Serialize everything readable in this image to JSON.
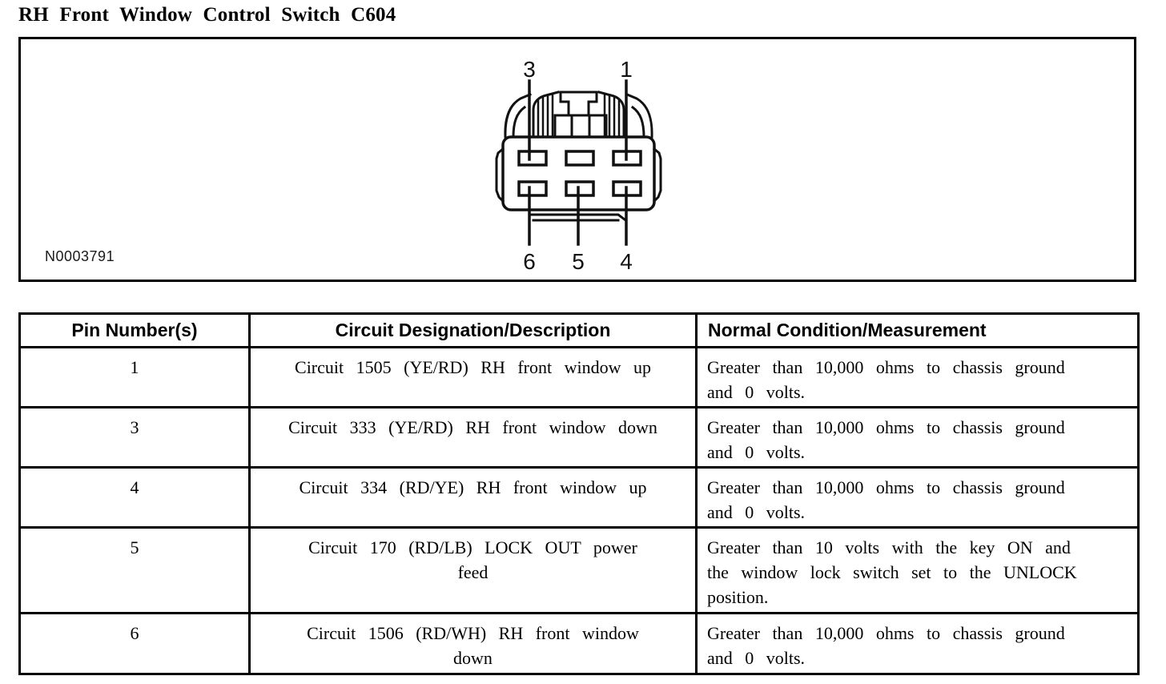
{
  "page": {
    "title": "RH Front Window Control Switch C604"
  },
  "figure": {
    "code": "N0003791",
    "description": "6-cavity connector face view",
    "pin_labels": {
      "top_left": "3",
      "top_right": "1",
      "bottom_left": "6",
      "bottom_center": "5",
      "bottom_right": "4"
    }
  },
  "table": {
    "headers": {
      "pin": "Pin Number(s)",
      "circuit": "Circuit Designation/Description",
      "condition": "Normal Condition/Measurement"
    },
    "rows": [
      {
        "pin": "1",
        "circuit": [
          "Circuit 1505 (YE/RD) RH front window up"
        ],
        "condition": [
          "Greater than 10,000 ohms to chassis ground",
          "and 0 volts."
        ]
      },
      {
        "pin": "3",
        "circuit": [
          "Circuit 333 (YE/RD) RH front window down"
        ],
        "condition": [
          "Greater than 10,000 ohms to chassis ground",
          "and 0 volts."
        ]
      },
      {
        "pin": "4",
        "circuit": [
          "Circuit 334 (RD/YE) RH front window up"
        ],
        "condition": [
          "Greater than 10,000 ohms to chassis ground",
          "and 0 volts."
        ]
      },
      {
        "pin": "5",
        "circuit": [
          "Circuit 170 (RD/LB) LOCK OUT power",
          "feed"
        ],
        "condition": [
          "Greater than 10 volts with the key ON and",
          "the window lock switch set to the UNLOCK",
          "position."
        ]
      },
      {
        "pin": "6",
        "circuit": [
          "Circuit 1506 (RD/WH) RH front window",
          "down"
        ],
        "condition": [
          "Greater than 10,000 ohms to chassis ground",
          "and 0 volts."
        ]
      }
    ]
  },
  "colors": {
    "ink": "#000000",
    "paper": "#ffffff"
  }
}
